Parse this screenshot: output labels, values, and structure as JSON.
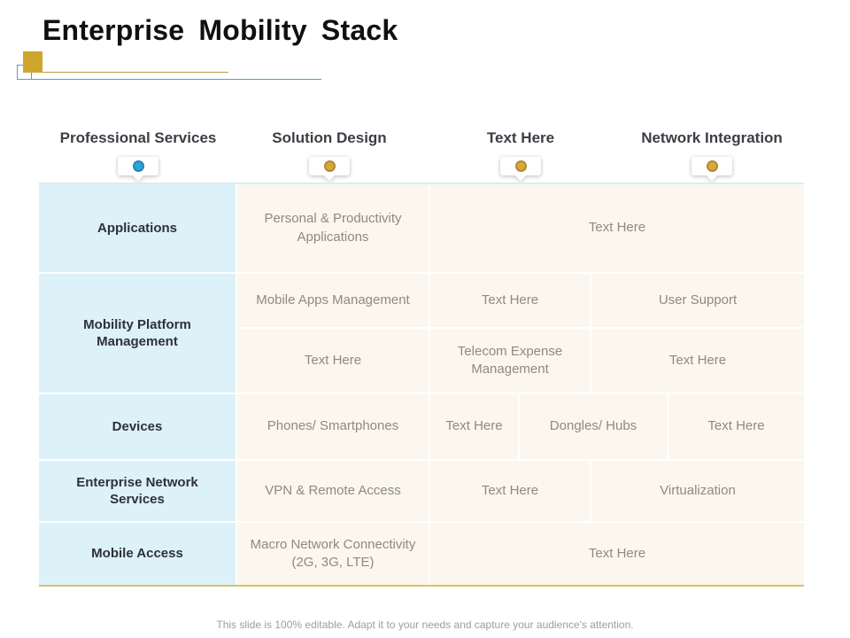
{
  "slide": {
    "title": "Enterprise Mobility Stack",
    "footer": "This slide is 100% editable. Adapt it to your needs and capture your audience's attention."
  },
  "colors": {
    "accent_gold": "#cfa62d",
    "accent_blue": "#4da2c4",
    "marker_blue": "#2aa4dd",
    "marker_gold": "#d7a93a",
    "label_column_bg": "#ddf1f9",
    "cell_bg": "#fbf7ee",
    "cell_text": "#8d8a82",
    "label_text": "#2e3138",
    "header_text": "#3b3e44",
    "table_bottom_border": "#d4c567",
    "table_top_border": "#dcebf2"
  },
  "columns": [
    {
      "label": "Professional Services",
      "marker_color": "#2aa4dd"
    },
    {
      "label": "Solution Design",
      "marker_color": "#d7a93a"
    },
    {
      "label": "Text Here",
      "marker_color": "#d7a93a"
    },
    {
      "label": "Network Integration",
      "marker_color": "#d7a93a"
    }
  ],
  "table": {
    "row_labels": [
      "Applications",
      "Mobility Platform Management",
      "Devices",
      "Enterprise Network Services",
      "Mobile Access"
    ],
    "bands": [
      {
        "cells": [
          "Personal & Productivity Applications",
          "Text Here"
        ]
      },
      {
        "cells": [
          "Mobile Apps Management",
          "Text Here",
          "User Support"
        ]
      },
      {
        "cells": [
          "Text Here",
          "Telecom Expense Management",
          "Text Here"
        ]
      },
      {
        "cells": [
          "Phones/ Smartphones",
          "Text Here",
          "Dongles/ Hubs",
          "Text Here"
        ]
      },
      {
        "cells": [
          "VPN & Remote Access",
          "Text Here",
          "Virtualization"
        ]
      },
      {
        "cells": [
          "Macro Network Connectivity (2G, 3G, LTE)",
          "Text Here"
        ]
      }
    ]
  }
}
